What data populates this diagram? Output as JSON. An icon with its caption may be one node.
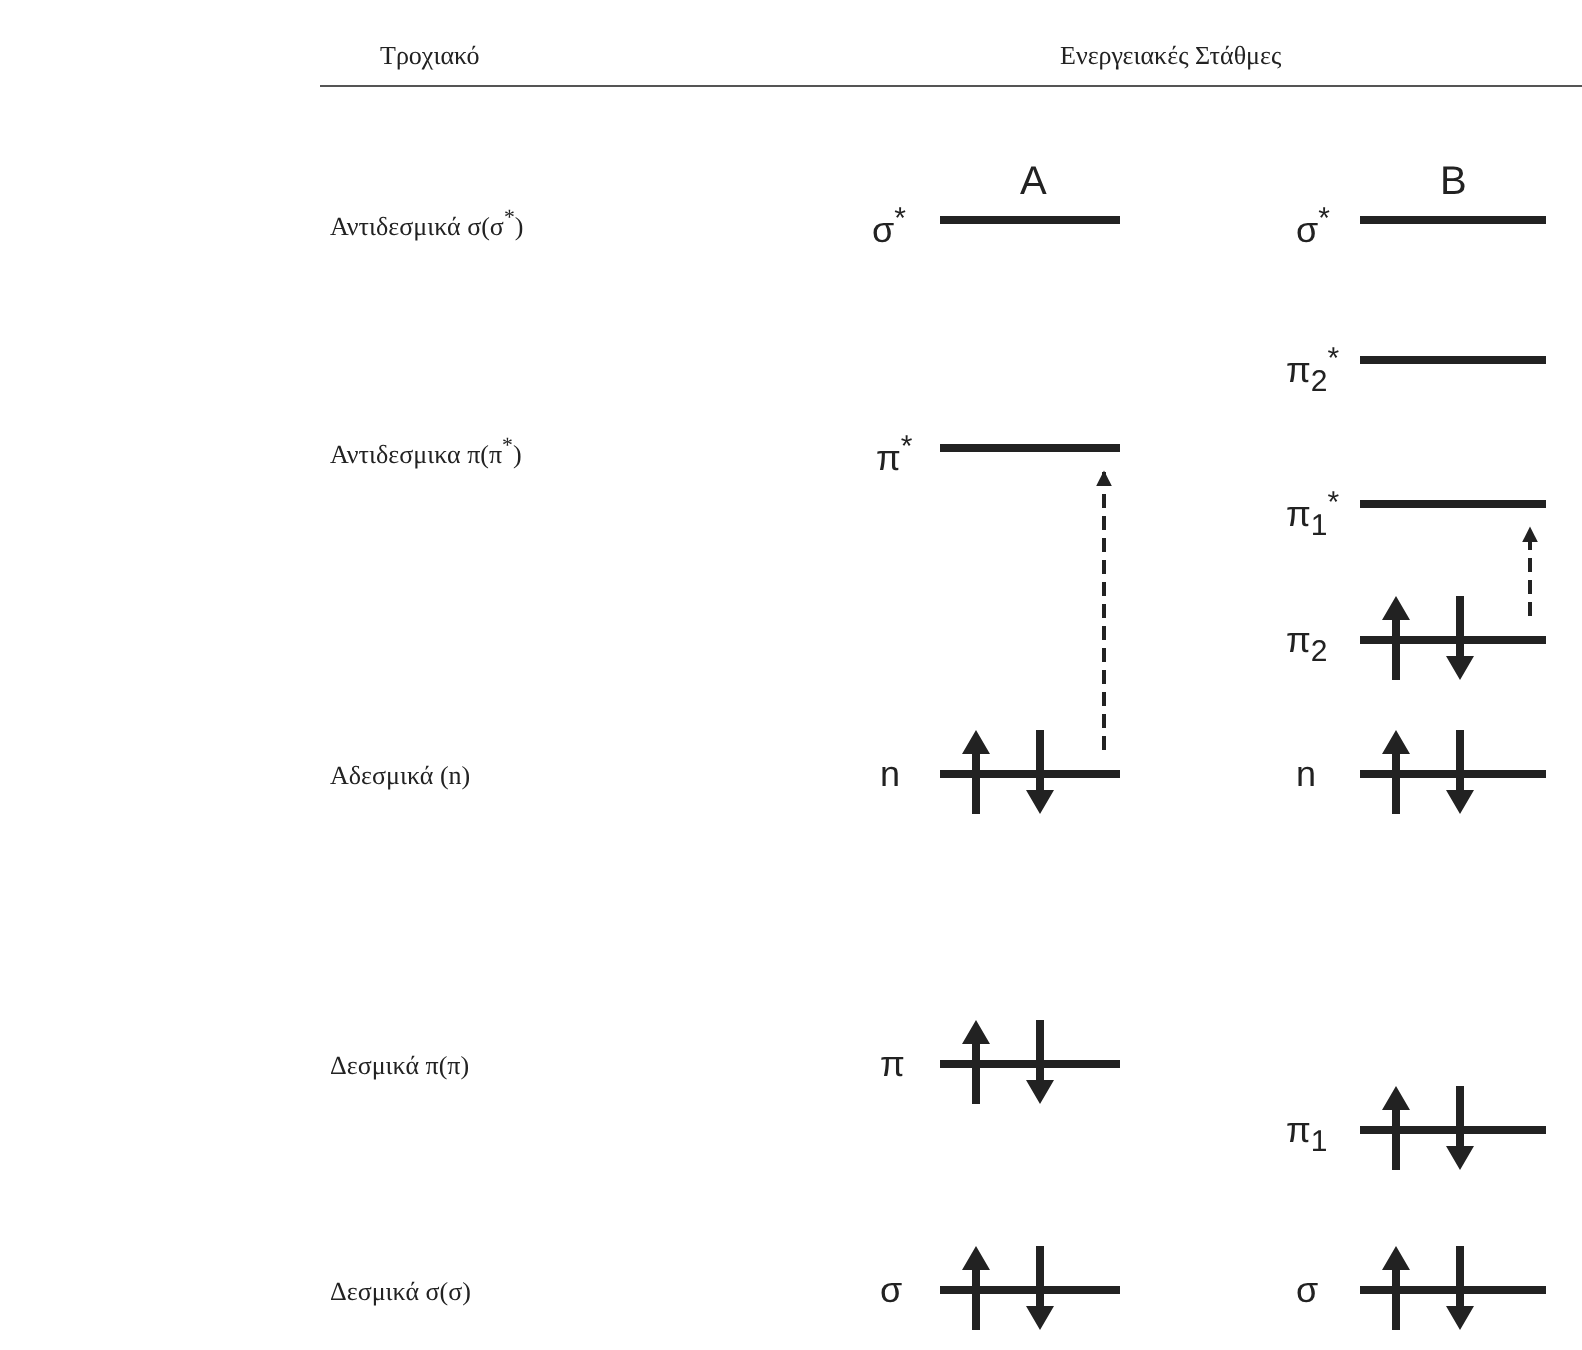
{
  "diagram": {
    "nodes": [
      {
        "text": [
          "σ$^{*}$"
        ]
      },
      {
        "text": [
          "σ$^{*}$"
        ]
      },
      {
        "text": [
          "π$_{2}$$^{*}$"
        ]
      },
      {
        "text": [
          "π$^{*}$"
        ]
      },
      {
        "text": [
          "π$_{1}$$^{*}$"
        ]
      },
      {
        "text": [
          "π$_{2}$"
        ]
      },
      {
        "text": [
          "n"
        ]
      },
      {
        "text": [
          "n"
        ]
      },
      {
        "text": [
          "π"
        ]
      },
      {
        "text": [
          "π$_{1}$"
        ]
      },
      {
        "text": [
          "σ"
        ]
      },
      {
        "text": [
          "σ"
        ]
      }
    ],
    "edges": [
      {
        "from": 6,
        "to": 3,
        "arrow": "to",
        "style": "dashed"
      },
      {
        "from": 5,
        "to": 4,
        "arrow": "to",
        "style": "dashed"
      }
    ],
    "labels": [
      "Τροχιακό",
      "Ενεργειακές Στάθμες",
      "A",
      "B",
      "Αντιδεσμικά σ(σ$^{*}$)",
      "Αντιδεσμικα π(π$^{*}$)",
      "Αδεσμικά (n)",
      "Δεσμικά π(π)",
      "Δεσμικά σ(σ)"
    ]
  }
}
